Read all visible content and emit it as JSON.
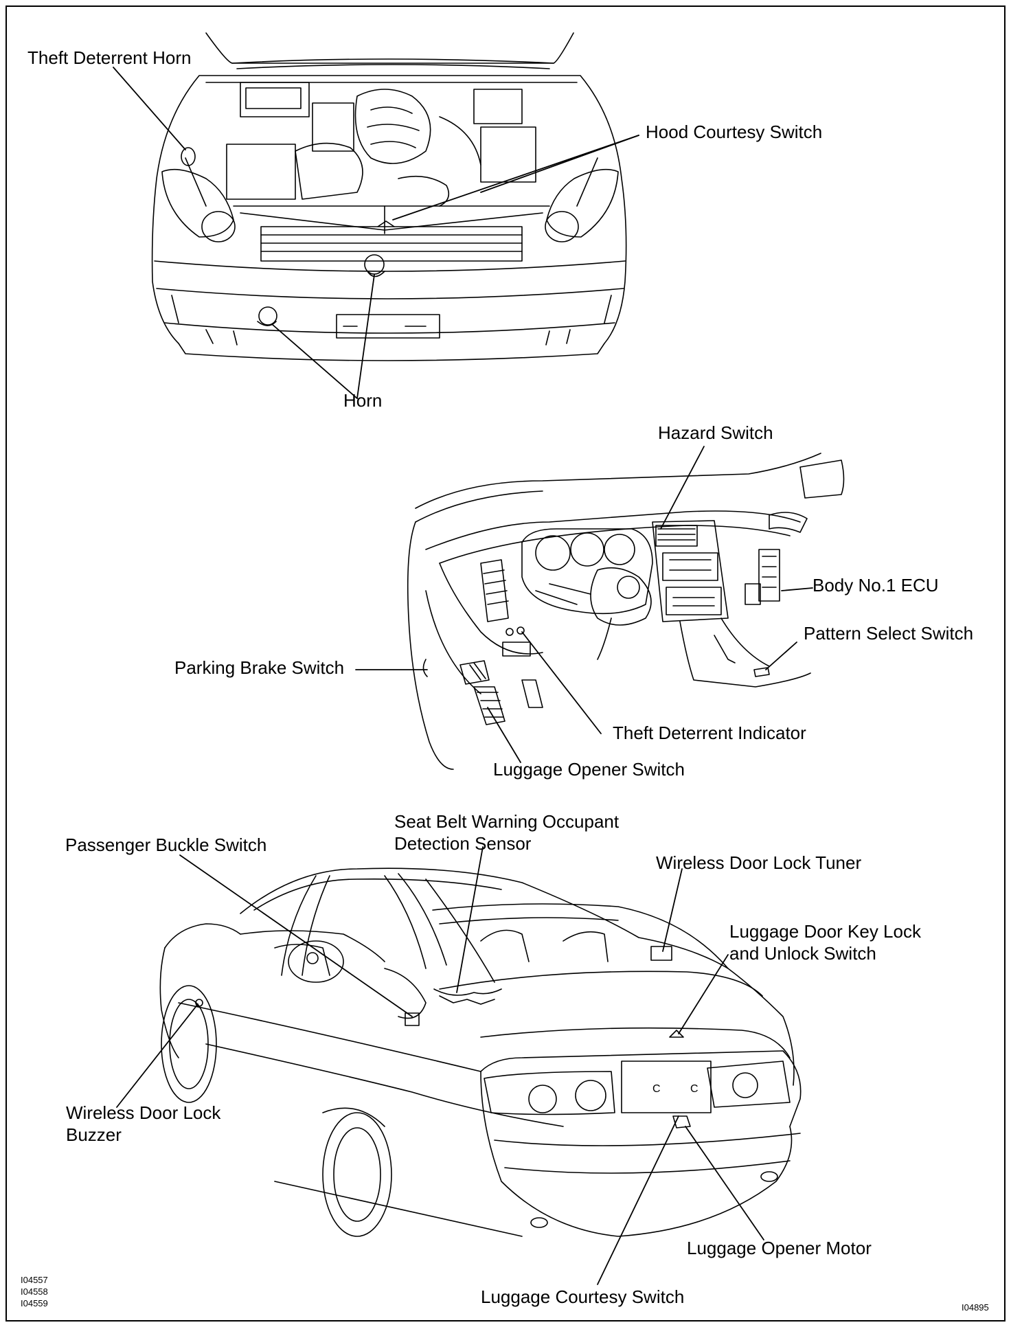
{
  "labels": {
    "theft_deterrent_horn": "Theft Deterrent Horn",
    "hood_courtesy_switch": "Hood Courtesy Switch",
    "horn": "Horn",
    "hazard_switch": "Hazard Switch",
    "body_no1_ecu": "Body No.1 ECU",
    "pattern_select_switch": "Pattern Select Switch",
    "parking_brake_switch": "Parking Brake Switch",
    "theft_deterrent_indicator": "Theft Deterrent Indicator",
    "luggage_opener_switch": "Luggage Opener Switch",
    "seat_belt_warning_line1": "Seat Belt Warning Occupant",
    "seat_belt_warning_line2": "Detection Sensor",
    "passenger_buckle_switch": "Passenger Buckle Switch",
    "wireless_door_lock_tuner": "Wireless Door Lock Tuner",
    "luggage_door_key_lock_line1": "Luggage Door Key Lock",
    "luggage_door_key_lock_line2": "and Unlock Switch",
    "wireless_door_lock_buzzer_line1": "Wireless Door Lock",
    "wireless_door_lock_buzzer_line2": "Buzzer",
    "luggage_opener_motor": "Luggage Opener Motor",
    "luggage_courtesy_switch": "Luggage Courtesy Switch"
  },
  "figure_codes": {
    "left": [
      "I04557",
      "I04558",
      "I04559"
    ],
    "right": "I04895"
  }
}
